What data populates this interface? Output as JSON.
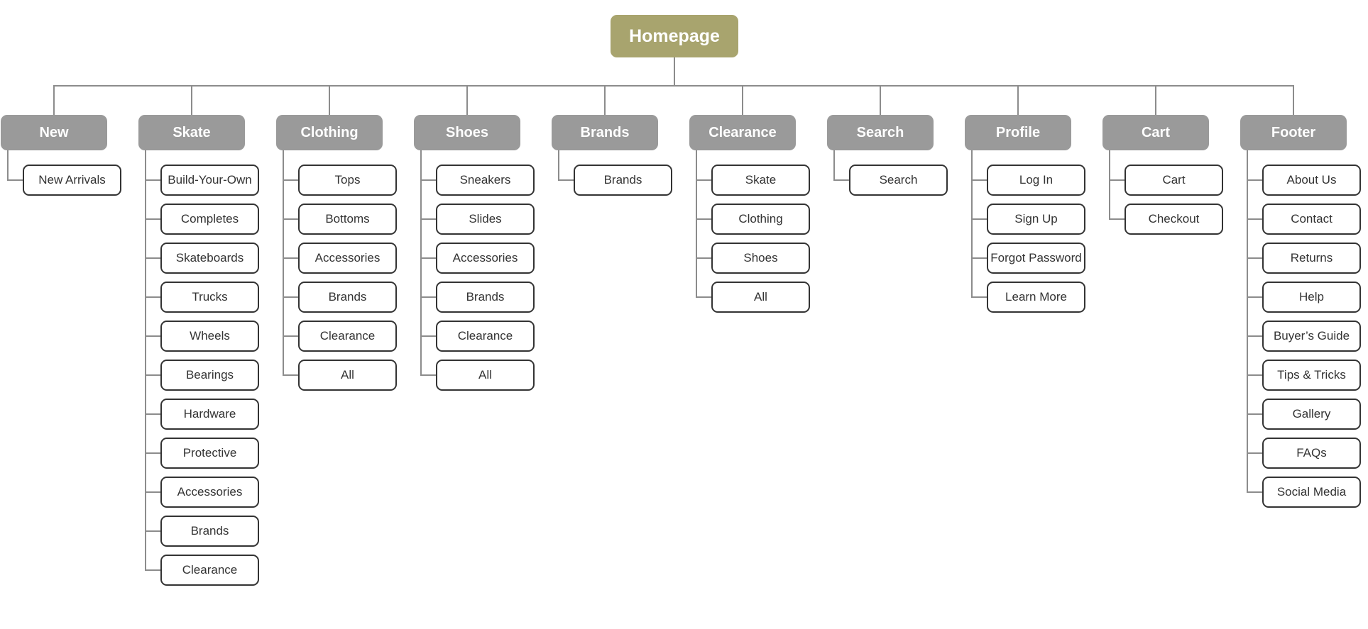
{
  "root": {
    "label": "Homepage"
  },
  "colors": {
    "root_fill": "#a8a46e",
    "section_fill": "#9a9a9a",
    "page_border": "#333333",
    "connector": "#8c8c8c"
  },
  "sections": [
    {
      "label": "New",
      "pages": [
        "New Arrivals"
      ]
    },
    {
      "label": "Skate",
      "pages": [
        "Build-Your-Own",
        "Completes",
        "Skateboards",
        "Trucks",
        "Wheels",
        "Bearings",
        "Hardware",
        "Protective",
        "Accessories",
        "Brands",
        "Clearance"
      ]
    },
    {
      "label": "Clothing",
      "pages": [
        "Tops",
        "Bottoms",
        "Accessories",
        "Brands",
        "Clearance",
        "All"
      ]
    },
    {
      "label": "Shoes",
      "pages": [
        "Sneakers",
        "Slides",
        "Accessories",
        "Brands",
        "Clearance",
        "All"
      ]
    },
    {
      "label": "Brands",
      "pages": [
        "Brands"
      ]
    },
    {
      "label": "Clearance",
      "pages": [
        "Skate",
        "Clothing",
        "Shoes",
        "All"
      ]
    },
    {
      "label": "Search",
      "pages": [
        "Search"
      ]
    },
    {
      "label": "Profile",
      "pages": [
        "Log In",
        "Sign Up",
        "Forgot Password",
        "Learn More"
      ]
    },
    {
      "label": "Cart",
      "pages": [
        "Cart",
        "Checkout"
      ]
    },
    {
      "label": "Footer",
      "pages": [
        "About Us",
        "Contact",
        "Returns",
        "Help",
        "Buyer’s Guide",
        "Tips & Tricks",
        "Gallery",
        "FAQs",
        "Social Media"
      ]
    }
  ]
}
